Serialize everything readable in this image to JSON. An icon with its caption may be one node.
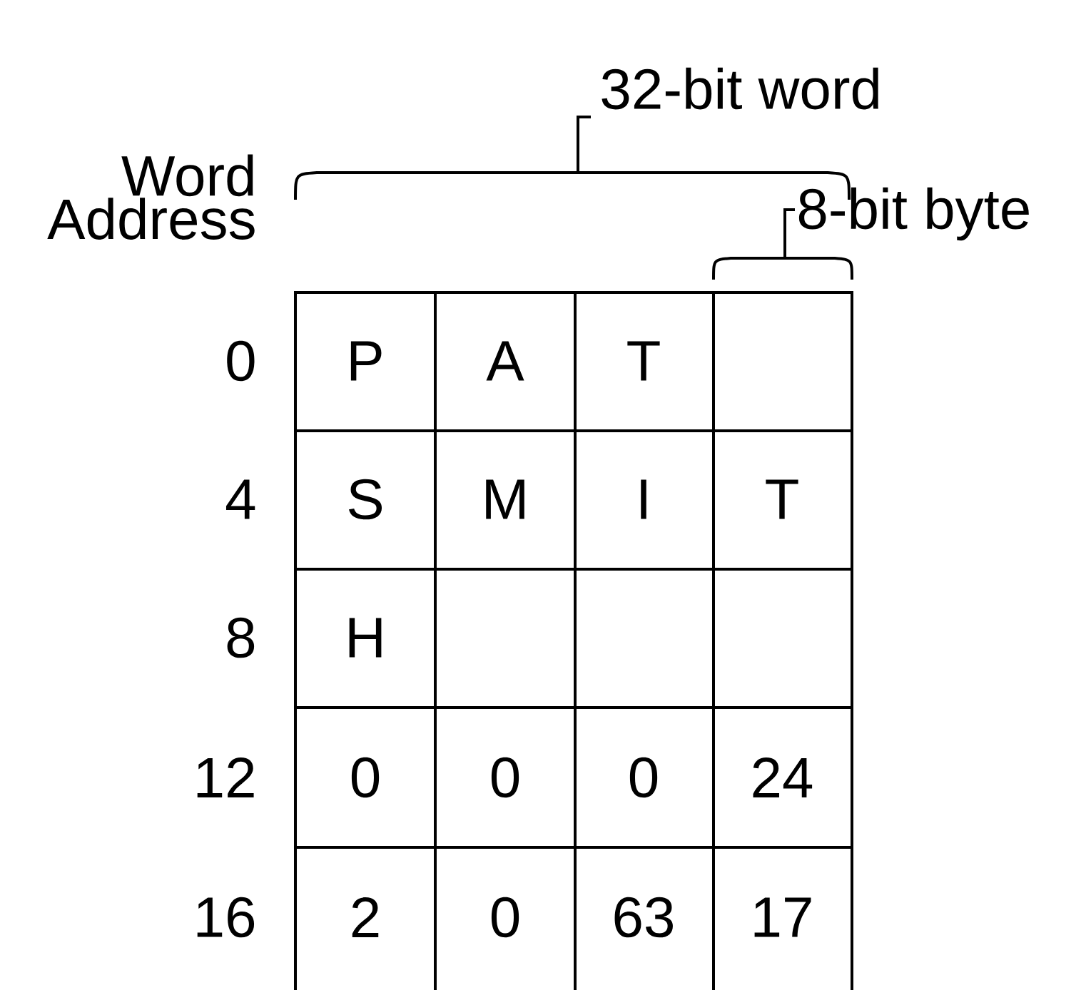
{
  "diagram": {
    "labels": [
      "32-bit word",
      "8-bit byte",
      "Word Address",
      "0",
      "P",
      "A",
      "T",
      "4",
      "S",
      "M",
      "I",
      "T",
      "8",
      "H",
      "12",
      "0",
      "0",
      "0",
      "24",
      "16",
      "2",
      "0",
      "63",
      "17"
    ]
  }
}
